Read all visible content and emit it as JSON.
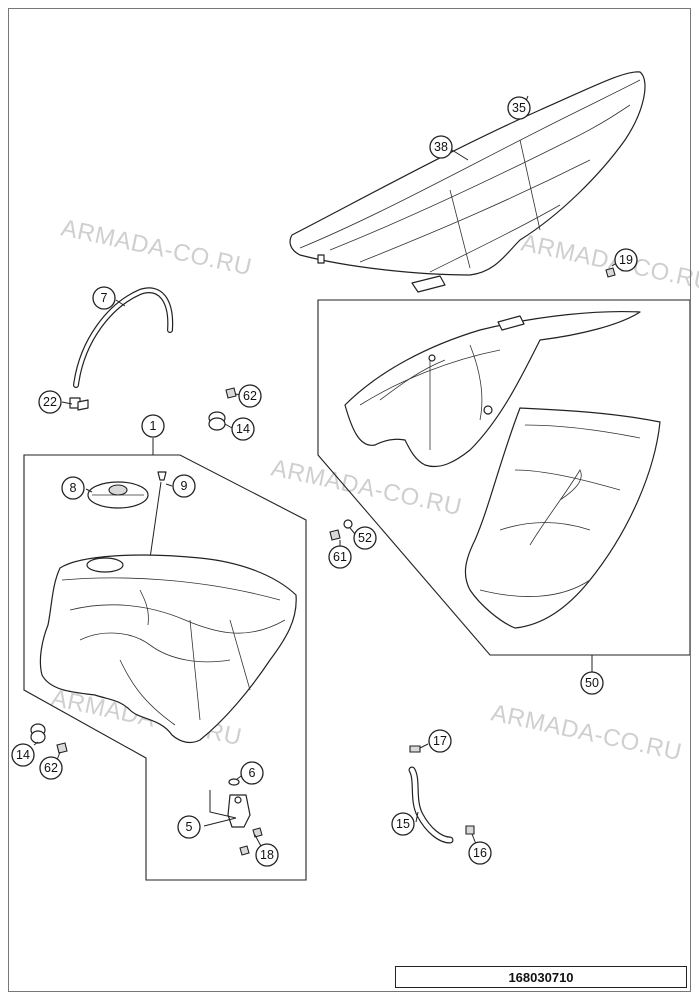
{
  "watermarks": [
    "ARMADA-CO.RU",
    "ARMADA-CO.RU",
    "ARMADA-CO.RU",
    "ARMADA-CO.RU",
    "ARMADA-CO.RU"
  ],
  "document_number": "168030710",
  "callouts": {
    "c1": "1",
    "c5": "5",
    "c6": "6",
    "c7": "7",
    "c8": "8",
    "c9": "9",
    "c14a": "14",
    "c14b": "14",
    "c15": "15",
    "c16": "16",
    "c17": "17",
    "c18": "18",
    "c19": "19",
    "c22": "22",
    "c35": "35",
    "c38": "38",
    "c50": "50",
    "c52": "52",
    "c61": "61",
    "c62a": "62",
    "c62b": "62"
  },
  "icons": {
    "seat": "seat-icon",
    "fuel_tank": "fuel-tank-icon",
    "tank_cap": "tank-cap-icon",
    "fuel_hose": "fuel-hose-icon",
    "fuel_tap": "fuel-tap-icon",
    "spoiler": "radiator-spoiler-icon",
    "bushing": "rubber-bushing-icon",
    "screw": "screw-icon"
  }
}
